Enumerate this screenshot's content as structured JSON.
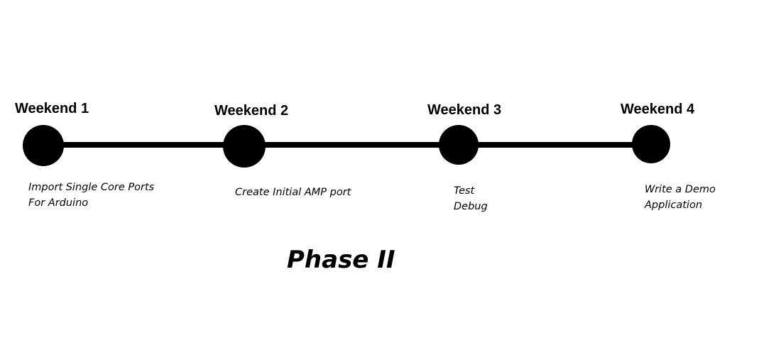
{
  "title": "Phase II",
  "milestones": [
    {
      "label": "Weekend 1",
      "tasks": [
        "Import Single Core Ports",
        "For Arduino"
      ]
    },
    {
      "label": "Weekend 2",
      "tasks": [
        "Create Initial AMP port"
      ]
    },
    {
      "label": "Weekend 3",
      "tasks": [
        "Test",
        "Debug"
      ]
    },
    {
      "label": "Weekend 4",
      "tasks": [
        "Write a Demo",
        "Application"
      ]
    }
  ]
}
